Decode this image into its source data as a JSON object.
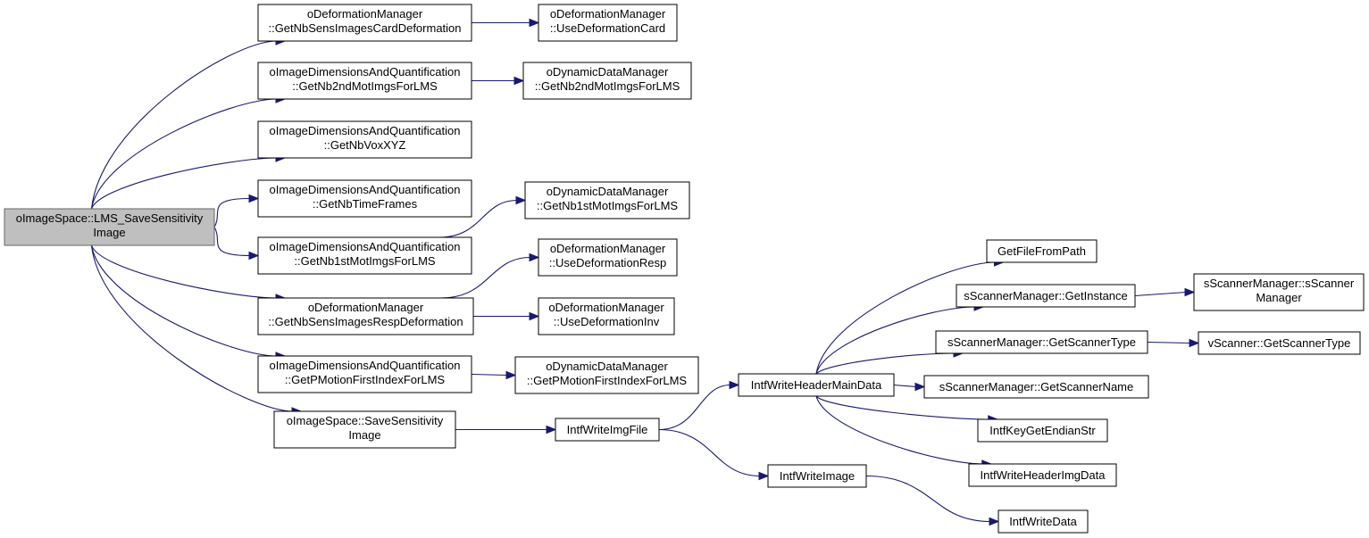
{
  "diagram": {
    "type": "call-graph",
    "colors": {
      "edge": "#191970",
      "root_fill": "#bfbfbf",
      "box_stroke": "#000000"
    },
    "nodes": [
      {
        "id": "root",
        "lines": [
          "oImageSpace::LMS_SaveSensitivity",
          "Image"
        ],
        "root": true
      },
      {
        "id": "n1",
        "lines": [
          "oDeformationManager",
          "::GetNbSensImagesCardDeformation"
        ]
      },
      {
        "id": "n1a",
        "lines": [
          "oDeformationManager",
          "::UseDeformationCard"
        ]
      },
      {
        "id": "n2",
        "lines": [
          "oImageDimensionsAndQuantification",
          "::GetNb2ndMotImgsForLMS"
        ]
      },
      {
        "id": "n2a",
        "lines": [
          "oDynamicDataManager",
          "::GetNb2ndMotImgsForLMS"
        ]
      },
      {
        "id": "n3",
        "lines": [
          "oImageDimensionsAndQuantification",
          "::GetNbVoxXYZ"
        ]
      },
      {
        "id": "n4",
        "lines": [
          "oImageDimensionsAndQuantification",
          "::GetNbTimeFrames"
        ]
      },
      {
        "id": "n5",
        "lines": [
          "oImageDimensionsAndQuantification",
          "::GetNb1stMotImgsForLMS"
        ]
      },
      {
        "id": "n5a",
        "lines": [
          "oDynamicDataManager",
          "::GetNb1stMotImgsForLMS"
        ]
      },
      {
        "id": "n6",
        "lines": [
          "oDeformationManager",
          "::GetNbSensImagesRespDeformation"
        ]
      },
      {
        "id": "n6a",
        "lines": [
          "oDeformationManager",
          "::UseDeformationResp"
        ]
      },
      {
        "id": "n6b",
        "lines": [
          "oDeformationManager",
          "::UseDeformationInv"
        ]
      },
      {
        "id": "n7",
        "lines": [
          "oImageDimensionsAndQuantification",
          "::GetPMotionFirstIndexForLMS"
        ]
      },
      {
        "id": "n7a",
        "lines": [
          "oDynamicDataManager",
          "::GetPMotionFirstIndexForLMS"
        ]
      },
      {
        "id": "n8",
        "lines": [
          "oImageSpace::SaveSensitivity",
          "Image"
        ]
      },
      {
        "id": "n9",
        "lines": [
          "IntfWriteImgFile"
        ]
      },
      {
        "id": "n10",
        "lines": [
          "IntfWriteHeaderMainData"
        ]
      },
      {
        "id": "n11",
        "lines": [
          "IntfWriteImage"
        ]
      },
      {
        "id": "n12",
        "lines": [
          "GetFileFromPath"
        ]
      },
      {
        "id": "n13",
        "lines": [
          "sScannerManager::GetInstance"
        ]
      },
      {
        "id": "n14",
        "lines": [
          "sScannerManager::sScanner",
          "Manager"
        ]
      },
      {
        "id": "n15",
        "lines": [
          "sScannerManager::GetScannerType"
        ]
      },
      {
        "id": "n16",
        "lines": [
          "vScanner::GetScannerType"
        ]
      },
      {
        "id": "n17",
        "lines": [
          "sScannerManager::GetScannerName"
        ]
      },
      {
        "id": "n18",
        "lines": [
          "IntfKeyGetEndianStr"
        ]
      },
      {
        "id": "n19",
        "lines": [
          "IntfWriteHeaderImgData"
        ]
      },
      {
        "id": "n20",
        "lines": [
          "IntfWriteData"
        ]
      }
    ],
    "edges": [
      [
        "root",
        "n1"
      ],
      [
        "root",
        "n2"
      ],
      [
        "root",
        "n3"
      ],
      [
        "root",
        "n4"
      ],
      [
        "root",
        "n5"
      ],
      [
        "root",
        "n6"
      ],
      [
        "root",
        "n7"
      ],
      [
        "root",
        "n8"
      ],
      [
        "n1",
        "n1a"
      ],
      [
        "n2",
        "n2a"
      ],
      [
        "n5",
        "n5a"
      ],
      [
        "n6",
        "n6a"
      ],
      [
        "n6",
        "n6b"
      ],
      [
        "n7",
        "n7a"
      ],
      [
        "n8",
        "n9"
      ],
      [
        "n9",
        "n10"
      ],
      [
        "n9",
        "n11"
      ],
      [
        "n10",
        "n12"
      ],
      [
        "n10",
        "n13"
      ],
      [
        "n10",
        "n15"
      ],
      [
        "n10",
        "n17"
      ],
      [
        "n10",
        "n18"
      ],
      [
        "n10",
        "n19"
      ],
      [
        "n13",
        "n14"
      ],
      [
        "n15",
        "n16"
      ],
      [
        "n11",
        "n20"
      ]
    ]
  }
}
